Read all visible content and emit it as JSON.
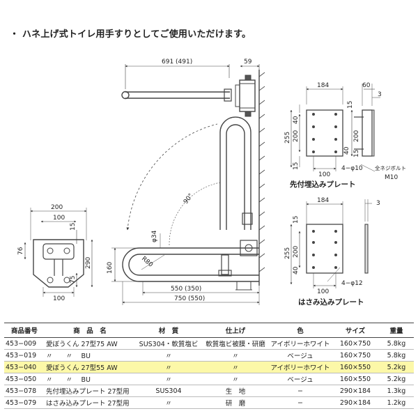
{
  "intro": "・ ハネ上げ式トイレ用手すりとしてご使用いただけます。",
  "dims_main": {
    "top_length": "691 (491)",
    "top_offset": "59",
    "angle": "90°",
    "pipe_dia": "φ34",
    "radius": "R80",
    "height": "160",
    "inner_length": "550 (350)",
    "outer_length": "750 (550)"
  },
  "dims_base": {
    "width": "200",
    "inner": "100",
    "d15": "15",
    "d290": "290",
    "d76": "76",
    "d75": "75",
    "bottom": "100"
  },
  "plate1": {
    "label": "先付埋込みプレート",
    "w184": "184",
    "w60": "60",
    "d3": "3",
    "d15a": "15",
    "d40": "40",
    "d255": "255",
    "d200a": "200",
    "d200b": "200",
    "d15b": "15",
    "d40b": "40",
    "d15c": "15",
    "w100": "100",
    "holes": "4−φ10",
    "bolt": "全ネジボルト",
    "m10": "M10"
  },
  "plate2": {
    "label": "はさみ込みプレート",
    "w184": "184",
    "d3": "3",
    "d15": "15",
    "d255": "255",
    "d200": "200",
    "d40": "40",
    "w100": "100",
    "holes": "4−φ12"
  },
  "table": {
    "headers": [
      "商品番号",
      "商　品　名",
      "材　質",
      "仕上げ",
      "色",
      "サイズ",
      "重量"
    ],
    "rows": [
      [
        "453−009",
        "愛ぼうくん 27型75 AW",
        "SUS304・軟質塩ビ",
        "軟質塩ビ被膜・研磨",
        "アイボリーホワイト",
        "160×750",
        "5.8kg"
      ],
      [
        "453−019",
        "〃　　〃　 BU",
        "〃",
        "〃",
        "ベージュ",
        "160×750",
        "5.8kg"
      ],
      [
        "453−040",
        "愛ぼうくん 27型55 AW",
        "〃",
        "〃",
        "アイボリーホワイト",
        "160×550",
        "5.2kg"
      ],
      [
        "453−050",
        "〃　　〃　 BU",
        "〃",
        "〃",
        "ベージュ",
        "160×550",
        "5.2kg"
      ],
      [
        "453−078",
        "先付埋込みプレート 27型用",
        "SUS304",
        "生　地",
        "−",
        "290×184",
        "1.3kg"
      ],
      [
        "453−079",
        "はさみ込みプレート 27型用",
        "〃",
        "研　磨",
        "−",
        "290×184",
        "1.2kg"
      ]
    ],
    "highlight_color": "#fcf8a8"
  }
}
